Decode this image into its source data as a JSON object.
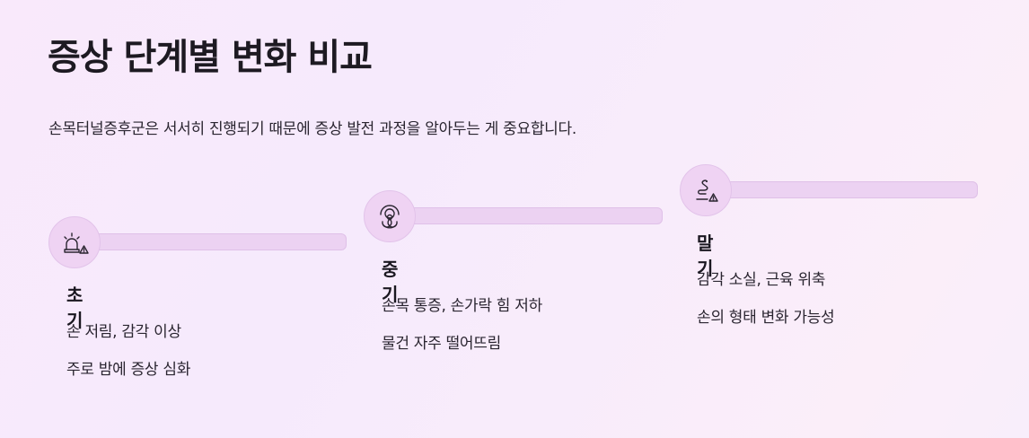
{
  "title": "증상 단계별 변화 비교",
  "subtitle": "손목터널증후군은 서서히 진행되기 때문에 증상 발전 과정을 알아두는 게 중요합니다.",
  "stages": [
    {
      "icon": "alarm-warning-icon",
      "heading": "초기",
      "items": [
        "손 저림, 감각 이상",
        "주로 밤에 증상 심화"
      ]
    },
    {
      "icon": "biohazard-icon",
      "heading": "중기",
      "items": [
        "손목 통증, 손가락 힘 저하",
        "물건 자주 떨어뜨림"
      ]
    },
    {
      "icon": "snake-warning-icon",
      "heading": "말기",
      "items": [
        "감각 소실, 근육 위축",
        "손의 형태 변화 가능성"
      ]
    }
  ]
}
